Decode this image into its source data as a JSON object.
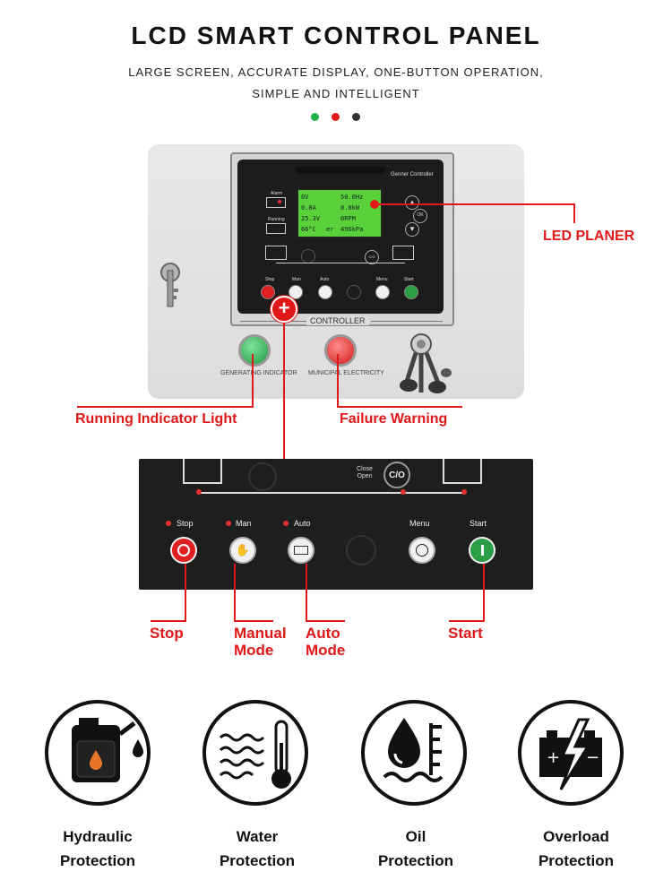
{
  "header": {
    "title": "LCD SMART CONTROL PANEL",
    "subtitle_line1": "LARGE SCREEN, ACCURATE DISPLAY, ONE-BUTTON OPERATION,",
    "subtitle_line2": "SIMPLE AND INTELLIGENT",
    "dot_colors": [
      "#22b14c",
      "#e01818",
      "#333333"
    ]
  },
  "controller": {
    "brand": "Genner Controller",
    "caption": "CONTROLLER",
    "alarm_label": "Alarm",
    "running_label": "Running",
    "close_open": "Close Open",
    "co_label": "C/O",
    "ok_label": "OK",
    "lcd": {
      "row1_left": "0V",
      "row1_right": "50.0Hz",
      "row2_left": "0.0A",
      "row2_right": "0.0kW",
      "row3_left": "25.3V",
      "row3_right": "0RPM",
      "row4_left": "66°C",
      "row4_mid": "er",
      "row4_right": "496kPa"
    },
    "indicator_generating": "GENERATING INDICATOR",
    "indicator_municipal": "MUNICIPAL ELECTRICITY"
  },
  "buttons": {
    "stop": "Stop",
    "man": "Man",
    "auto": "Auto",
    "menu": "Menu",
    "start": "Start"
  },
  "callouts": {
    "led_planer": "LED PLANER",
    "running_indicator": "Running Indicator Light",
    "failure_warning": "Failure Warning",
    "stop": "Stop",
    "manual_mode_1": "Manual",
    "manual_mode_2": "Mode",
    "auto_mode_1": "Auto",
    "auto_mode_2": "Mode",
    "start": "Start"
  },
  "features": [
    {
      "line1": "Hydraulic",
      "line2": "Protection",
      "icon": "fuel-can-icon"
    },
    {
      "line1": "Water",
      "line2": "Protection",
      "icon": "thermometer-icon"
    },
    {
      "line1": "Oil",
      "line2": "Protection",
      "icon": "oil-drop-icon"
    },
    {
      "line1": "Overload",
      "line2": "Protection",
      "icon": "battery-bolt-icon"
    }
  ],
  "colors": {
    "accent_red": "#e01818",
    "lcd_green": "#5ad13a",
    "start_green": "#2a9d45"
  }
}
